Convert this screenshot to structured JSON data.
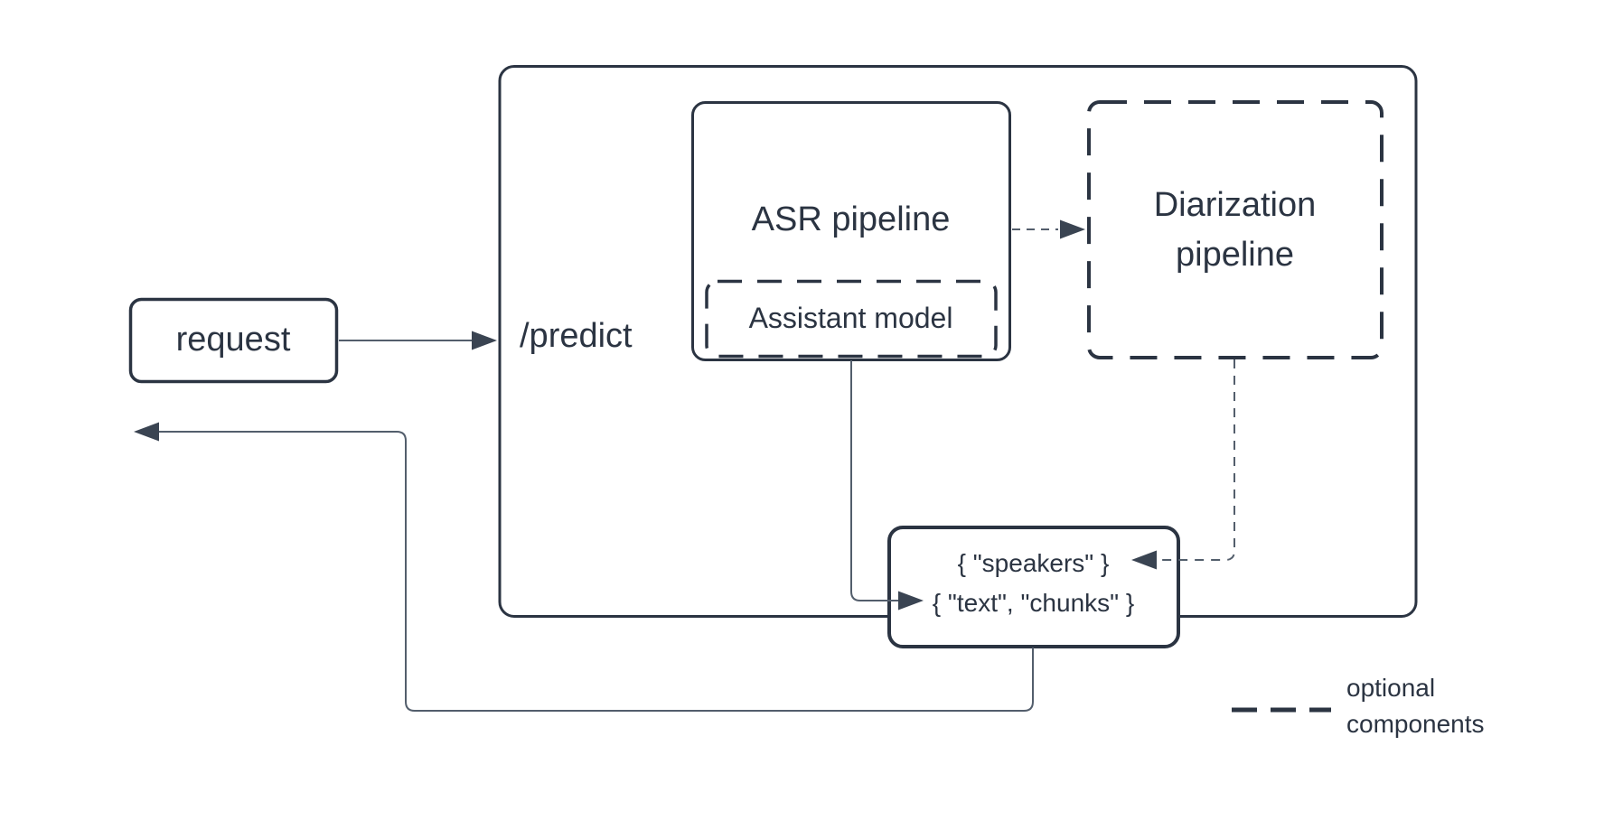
{
  "diagram": {
    "request": {
      "label": "request"
    },
    "predict": {
      "label": "/predict"
    },
    "asr": {
      "label": "ASR pipeline"
    },
    "assistant": {
      "label": "Assistant model"
    },
    "diarization": {
      "label": "Diarization\npipeline"
    },
    "output": {
      "speakers_label": "{ \"speakers\" }",
      "text_chunks_label": "{ \"text\", \"chunks\" }"
    },
    "legend": {
      "label": "optional\ncomponents"
    },
    "colors": {
      "box_stroke": "#2b3442",
      "connector_stroke": "#535e6c",
      "arrowhead_fill": "#3a4452",
      "background": "#ffffff"
    }
  }
}
